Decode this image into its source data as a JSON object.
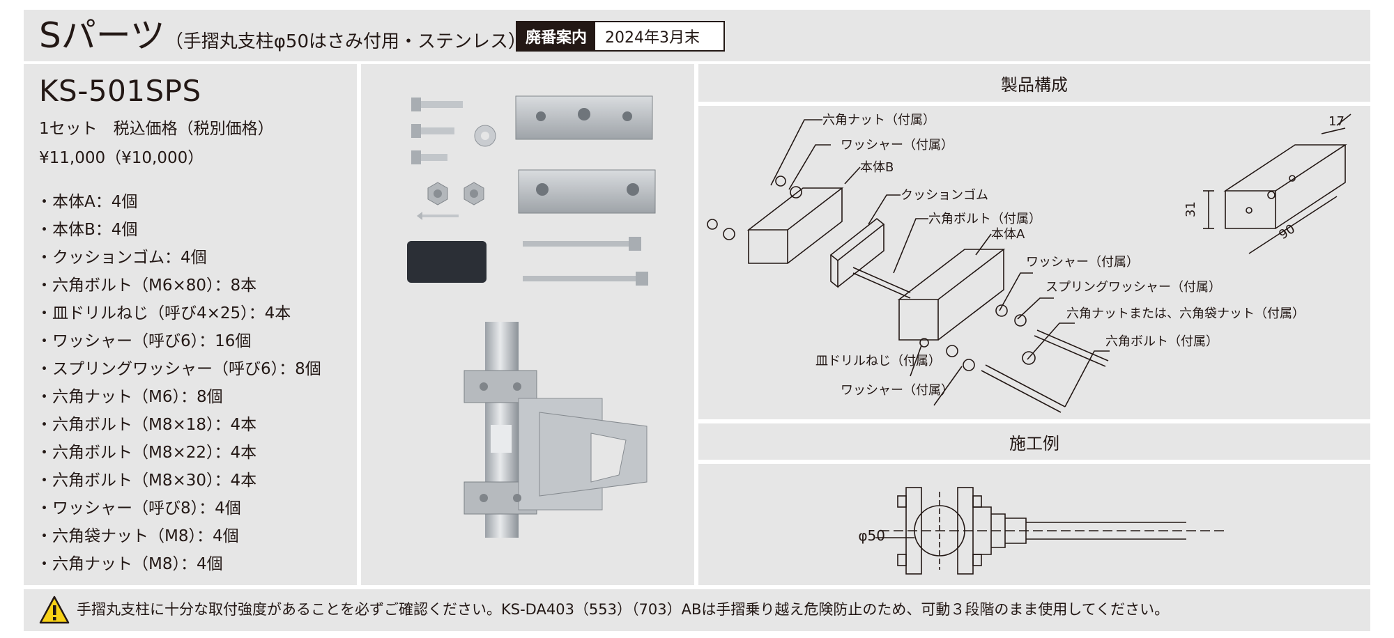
{
  "header": {
    "title_main": "Sパーツ",
    "title_sub": "（手摺丸支柱φ50はさみ付用・ステンレス）",
    "discontinued_label": "廃番案内",
    "discontinued_date": "2024年3月末"
  },
  "product": {
    "model": "KS-501SPS",
    "price_line": "1セット　税込価格（税別価格）",
    "price": "¥11,000（¥10,000）",
    "parts": [
      "・本体A：4個",
      "・本体B：4個",
      "・クッションゴム：4個",
      "・六角ボルト（M6×80）：8本",
      "・皿ドリルねじ（呼び4×25）：4本",
      "・ワッシャー（呼び6）：16個",
      "・スプリングワッシャー（呼び6）：8個",
      "・六角ナット（M6）：8個",
      "・六角ボルト（M8×18）：4本",
      "・六角ボルト（M8×22）：4本",
      "・六角ボルト（M8×30）：4本",
      "・ワッシャー（呼び8）：4個",
      "・六角袋ナット（M8）：4個",
      "・六角ナット（M8）：4個"
    ]
  },
  "composition": {
    "title": "製品構成",
    "labels": {
      "hex_nut": "六角ナット（付属）",
      "washer_top": "ワッシャー（付属）",
      "body_b": "本体B",
      "cushion": "クッションゴム",
      "hex_bolt_mid": "六角ボルト（付属）",
      "body_a": "本体A",
      "washer_right": "ワッシャー（付属）",
      "spring_washer": "スプリングワッシャー（付属）",
      "nut_or_cap": "六角ナットまたは、六角袋ナット（付属）",
      "hex_bolt_right": "六角ボルト（付属）",
      "drill_screw": "皿ドリルねじ（付属）",
      "washer_bottom": "ワッシャー（付属）"
    },
    "dimensions": {
      "d17": "17",
      "d31": "31",
      "d90": "90"
    }
  },
  "example": {
    "title": "施工例",
    "diameter": "φ50"
  },
  "footer": {
    "warning": "手摺丸支柱に十分な取付強度があることを必ずご確認ください。KS-DA403（553）（703）ABは手摺乗り越え危険防止のため、可動３段階のまま使用してください。",
    "warning_icon": "warning-triangle-icon"
  },
  "colors": {
    "panel": "#e6e6e6",
    "ink": "#231815",
    "metal": "#b8bcc0",
    "rubber": "#2b2f36",
    "warning_yellow": "#f7d117"
  }
}
